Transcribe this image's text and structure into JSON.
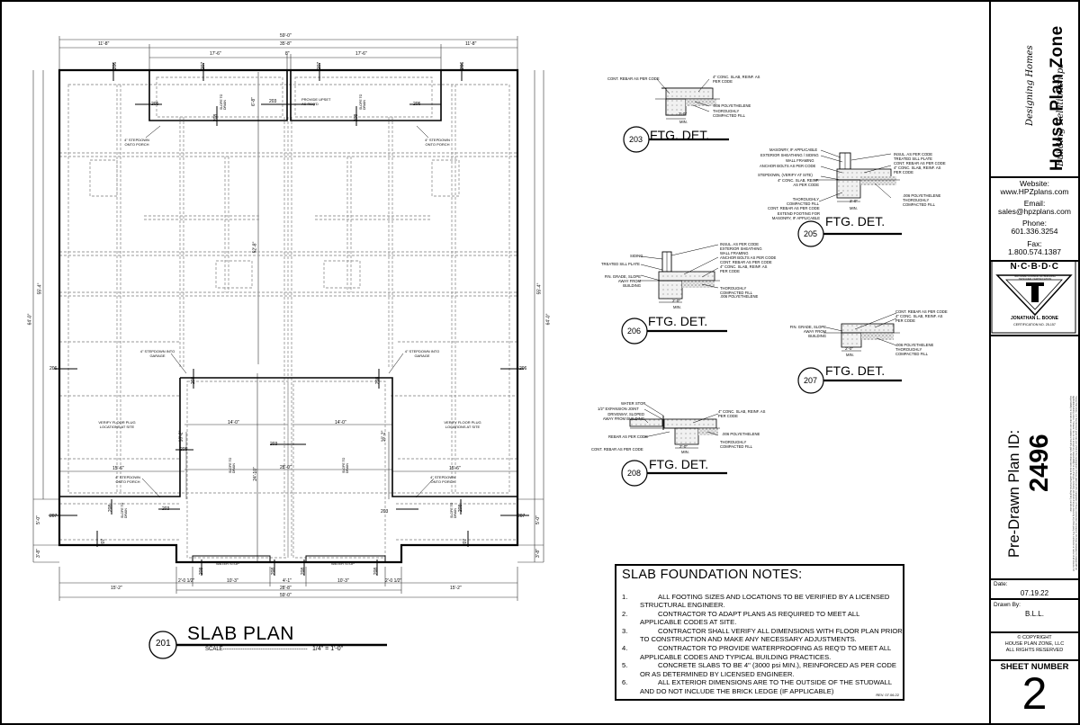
{
  "slab_plan": {
    "detail_number": "201",
    "title": "SLAB PLAN",
    "scale_label": "SCALE-----------------------------------------------",
    "scale_value": "1/4\" = 1'-0\"",
    "dims": {
      "overall_top": "59'-0\"",
      "top_left": "11'-8\"",
      "top_mid": "35'-8\"",
      "top_right": "11'-8\"",
      "porch_left": "17'-6\"",
      "porch_gap": "8\"",
      "porch_right": "17'-6\"",
      "overall_depth": "64'-0\"",
      "side_depth": "55'-4\"",
      "center_depth": "52'-8\"",
      "garage_w_left": "14'-0\"",
      "garage_w_right": "14'-0\"",
      "garage_total": "28'-0\"",
      "garage_depth": "24'-10\"",
      "wing_left": "15'-6\"",
      "wing_right": "15'-6\"",
      "wing_d_left": "16'-2\"",
      "wing_d_right": "16'-2\"",
      "side_small": "5'-0\"",
      "side_small2": "3'-8\"",
      "porch_depth": "6'-8\"",
      "bot_a": "2'-0 1/2\"",
      "bot_b": "10'-3\"",
      "bot_c": "4'-1\"",
      "bot_d": "10'-3\"",
      "bot_e": "2'-0 1/2\"",
      "bot_mid": "28'-8\"",
      "bot_overall": "59'-0\"",
      "bot_l": "15'-2\"",
      "bot_r": "15'-2\""
    },
    "notes": {
      "stepdown_porch": "4\" STEPDOWN ONTO PORCH",
      "stepdown_garage": "4\" STEPDOWN INTO GARAGE",
      "verify_floor": "VERIFY FLOOR PLUG LOCATIONS AT SITE",
      "slope": "SLOPE TO DRAIN",
      "upset": "PROVIDE UPSET AS REQ'D",
      "water_stop": "WATER STOP"
    },
    "tags": {
      "t203": "203",
      "t205": "205",
      "t206": "206",
      "t207": "207",
      "t208": "208"
    }
  },
  "details": [
    {
      "number": "203",
      "title": "FTG. DET.",
      "labels": [
        "CONT. REBAR AS PER CODE",
        "4\" CONC. SLAB, REINF. AS PER CODE",
        ".006 POLYETHELENE",
        "THOROUGHLY COMPACTED FILL",
        "2'-0\"",
        "MIN."
      ]
    },
    {
      "number": "205",
      "title": "FTG. DET.",
      "labels": [
        "MASONRY, IF APPLICABLE",
        "EXTERIOR SHEATHING / SIDING",
        "WALL FRAMING",
        "ANCHOR BOLTS AS PER CODE",
        "STEPDOWN, (VERIFY AT SITE)",
        "4\" CONC. SLAB, REINF. AS PER CODE",
        "INSUL. AS PER CODE",
        "TREATED SILL PLATE",
        "CONT. REBAR AS PER CODE",
        "4\" CONC. SLAB, REINF. AS PER CODE",
        ".006 POLYETHELENE",
        "THOROUGHLY COMPACTED FILL",
        "THOROUGHLY COMPACTED FILL",
        "CONT. REBAR AS PER CODE",
        "EXTEND FOOTING FOR MASONRY, IF APPLICABLE",
        "2'-0\"",
        "MIN."
      ]
    },
    {
      "number": "206",
      "title": "FTG. DET.",
      "labels": [
        "SIDING",
        "TREATED SILL PLATE",
        "FIN. GRADE, SLOPE AWAY FROM BUILDING",
        "INSUL. AS PER CODE",
        "EXTERIOR SHEATHING",
        "WALL FRAMING",
        "ANCHOR BOLTS AS PER CODE",
        "CONT. REBAR AS PER CODE",
        "4\" CONC. SLAB, REINF. AS PER CODE",
        "THOROUGHLY COMPACTED FILL",
        ".006 POLYETHELENE",
        "2'-0\"",
        "MIN."
      ]
    },
    {
      "number": "207",
      "title": "FTG. DET.",
      "labels": [
        "FIN. GRADE, SLOPE AWAY FROM BUILDING",
        "CONT. REBAR AS PER CODE",
        "4\" CONC. SLAB, REINF. AS PER CODE",
        ".006 POLYETHELENE",
        "THOROUGHLY COMPACTED FILL",
        "2'-0\"",
        "MIN."
      ]
    },
    {
      "number": "208",
      "title": "FTG. DET.",
      "labels": [
        "WATER STOP",
        "1/2\" EXPANSION JOINT",
        "DRIVEWAY, SLOPED AWAY FROM BUILDING",
        "REBAR AS PER CODE",
        "CONT. REBAR AS PER CODE",
        "4\" CONC. SLAB, REINF. AS PER CODE",
        ".006 POLYETHELENE",
        "THOROUGHLY COMPACTED FILL",
        "2'-0\"",
        "MIN."
      ]
    }
  ],
  "foundation_notes": {
    "title": "SLAB FOUNDATION NOTES:",
    "items": [
      {
        "num": "1.",
        "text": "ALL FOOTING SIZES AND LOCATIONS TO BE VERIFIED BY A LICENSED STRUCTURAL ENGINEER."
      },
      {
        "num": "2.",
        "text": "CONTRACTOR TO ADAPT PLANS AS REQUIRED TO MEET ALL APPLICABLE CODES AT SITE."
      },
      {
        "num": "3.",
        "text": "CONTRACTOR SHALL VERIFY ALL DIMENSIONS WITH FLOOR PLAN PRIOR TO CONSTRUCTION AND MAKE ANY NECESSARY ADJUSTMENTS."
      },
      {
        "num": "4.",
        "text": "CONTRACTOR TO PROVIDE WATERPROOFING AS REQ'D TO MEET ALL APPLICABLE CODES AND TYPICAL BUILDING PRACTICES."
      },
      {
        "num": "5.",
        "text": "CONCRETE SLABS TO BE 4\" (3000 psi MIN.), REINFORCED AS PER CODE OR AS DETERMINED BY LICENSED ENGINEER."
      },
      {
        "num": "6.",
        "text": "ALL EXTERIOR DIMENSIONS ARE TO THE OUTSIDE OF THE STUDWALL AND DO NOT INCLUDE THE BRICK LEDGE (IF APPLICABLE)"
      }
    ],
    "rev": "REV. 07.06.22"
  },
  "title_block": {
    "logo_name": "House Plan Zone",
    "logo_tag1": "Designing Homes",
    "logo_tag2": "Building Relationships",
    "website_label": "Website:",
    "website": "www.HPZplans.com",
    "email_label": "Email:",
    "email": "sales@hpzplans.com",
    "phone_label": "Phone:",
    "phone": "601.336.3254",
    "fax_label": "Fax:",
    "fax": "1.800.574.1387",
    "ncbdc": "N·C·B·D·C",
    "council": "NATIONAL COUNCIL OF BUILDING DESIGNER CERTIFICATION",
    "designer": "JONATHAN L. BOONE",
    "cert": "CERTIFICATION NO. 25-157",
    "plan_id_label": "Pre-Drawn Plan ID:",
    "plan_id": "2496",
    "fine_print": "House Plan Zone, LLC has licensed great care and effort in the development of these plans and the completion of these construction documents. We have attempted to comply with all applicable building codes. However, we do not accept any responsibility for any changes, including structural changes made by any third party. The contractor or owner shall assume full responsibility for construction and deviations from the plans. All dimensions must be verified before beginning construction.",
    "date_label": "Date:",
    "date": "07.19.22",
    "drawn_label": "Drawn By:",
    "drawn": "B.L.L.",
    "copyright": "© COPYRIGHT",
    "company": "HOUSE PLAN ZONE, LLC",
    "rights": "ALL RIGHTS RESERVED",
    "sheet_label": "SHEET NUMBER",
    "sheet_number": "2"
  },
  "colors": {
    "line": "#000000",
    "dim_line": "#333333",
    "hidden": "#9a9a9a",
    "hatch": "#7a7a7a"
  }
}
